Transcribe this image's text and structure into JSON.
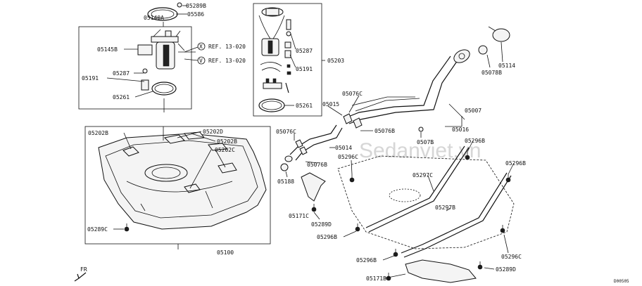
{
  "labels": {
    "p05289B": "05289B",
    "p05586": "05586",
    "p05140A": "05140A",
    "p05145B": "05145B",
    "p05287a": "05287",
    "p05191a": "05191",
    "p05261a": "05261",
    "refx": "REF. 13-020",
    "refv": "REF. 13-020",
    "markx": "X",
    "markv": "V",
    "p05287b": "05287",
    "p05191b": "05191",
    "p05203": "05203",
    "p05261b": "05261",
    "p05114": "05114",
    "p05078B": "05078B",
    "p05007": "05007",
    "p05016": "05016",
    "p05076Ca": "05076C",
    "p05015": "05015",
    "p05076B1": "05076B",
    "p0507B": "0507B",
    "p05202B1": "05202B",
    "p05202D": "05202D",
    "p05202B2": "05202B",
    "p05202C": "05202C",
    "p05076Cb": "05076C",
    "p05014": "05014",
    "p05296C1": "05296C",
    "p05296B1": "05296B",
    "p05296B2": "05296B",
    "p05076B2": "05076B",
    "p05188": "05188",
    "p05297C": "05297C",
    "p05297B": "05297B",
    "p05171C": "05171C",
    "p05289D1": "05289D",
    "p05289C": "05289C",
    "p05296B3": "05296B",
    "p05296C2": "05296C",
    "p05100": "05100",
    "p05296B4": "05296B",
    "p05171B": "05171B",
    "p05289D2": "05289D",
    "fr": "FR",
    "code": "D00505"
  },
  "watermark": "Sedanviet.vn"
}
